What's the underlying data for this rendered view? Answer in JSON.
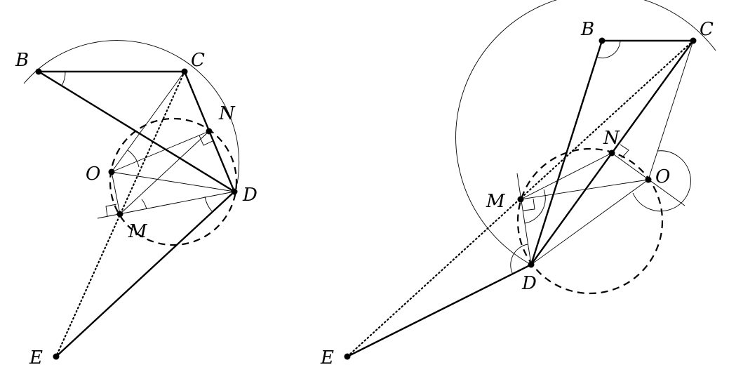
{
  "figures": [
    {
      "name": "left",
      "labels": {
        "B": "B",
        "C": "C",
        "N": "N",
        "O": "O",
        "D": "D",
        "M": "M",
        "E": "E"
      }
    },
    {
      "name": "right",
      "labels": {
        "B": "B",
        "C": "C",
        "N": "N",
        "O": "O",
        "D": "D",
        "M": "M",
        "E": "E"
      }
    }
  ]
}
